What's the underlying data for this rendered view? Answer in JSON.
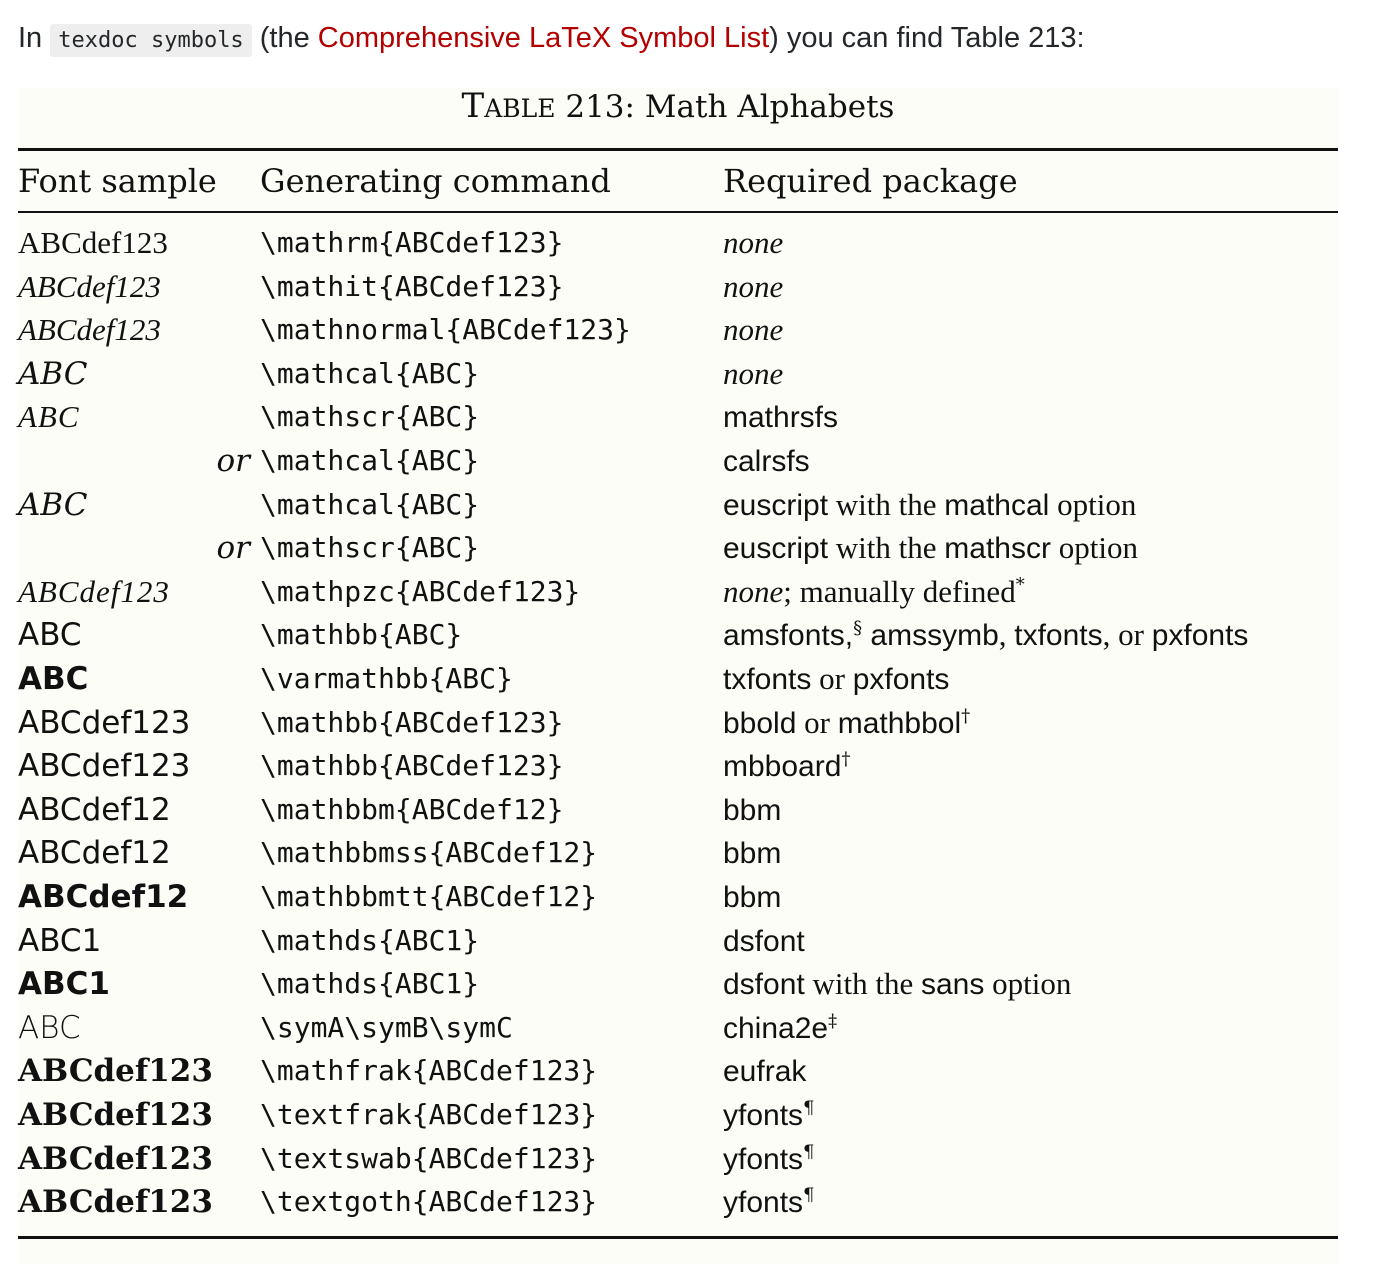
{
  "intro": {
    "prefix": "In",
    "code": "texdoc symbols",
    "paren_open": "(the",
    "link": "Comprehensive LaTeX Symbol List",
    "suffix": ") you can find Table 213:"
  },
  "table": {
    "caption_prefix_cap": "T",
    "caption_prefix_rest": "ABLE",
    "caption_rest": "213: Math Alphabets",
    "headers": [
      "Font sample",
      "Generating command",
      "Required package"
    ],
    "rows": [
      {
        "sample": "ABCdef123",
        "style": "rm",
        "command": "\\mathrm{ABCdef123}",
        "pkg": [
          {
            "t": "none",
            "k": "em"
          }
        ]
      },
      {
        "sample": "ABCdef123",
        "style": "it",
        "command": "\\mathit{ABCdef123}",
        "pkg": [
          {
            "t": "none",
            "k": "em"
          }
        ]
      },
      {
        "sample": "ABCdef123",
        "style": "it",
        "command": "\\mathnormal{ABCdef123}",
        "pkg": [
          {
            "t": "none",
            "k": "em"
          }
        ]
      },
      {
        "sample": "ABC",
        "style": "cal",
        "command": "\\mathcal{ABC}",
        "pkg": [
          {
            "t": "none",
            "k": "em"
          }
        ]
      },
      {
        "sample": "ABC",
        "style": "script",
        "command": "\\mathscr{ABC}",
        "pkg": [
          {
            "t": "mathrsfs",
            "k": "pkg"
          }
        ]
      },
      {
        "sample": "or",
        "style": "or",
        "command": "\\mathcal{ABC}",
        "pkg": [
          {
            "t": "calrsfs",
            "k": "pkg"
          }
        ]
      },
      {
        "sample": "ABC",
        "style": "cal",
        "command": "\\mathcal{ABC}",
        "pkg": [
          {
            "t": "euscript",
            "k": "pkg"
          },
          {
            "t": " with the ",
            "k": "plain"
          },
          {
            "t": "mathcal",
            "k": "pkg"
          },
          {
            "t": " option",
            "k": "plain"
          }
        ]
      },
      {
        "sample": "or",
        "style": "or",
        "command": "\\mathscr{ABC}",
        "pkg": [
          {
            "t": "euscript",
            "k": "pkg"
          },
          {
            "t": " with the ",
            "k": "plain"
          },
          {
            "t": "mathscr",
            "k": "pkg"
          },
          {
            "t": " option",
            "k": "plain"
          }
        ]
      },
      {
        "sample": "ABCdef123",
        "style": "script",
        "command": "\\mathpzc{ABCdef123}",
        "pkg": [
          {
            "t": "none",
            "k": "em"
          },
          {
            "t": "; manually defined",
            "k": "plain"
          },
          {
            "t": "*",
            "k": "sup"
          }
        ]
      },
      {
        "sample": "ABC",
        "style": "bb",
        "command": "\\mathbb{ABC}",
        "pkg": [
          {
            "t": "amsfonts,",
            "k": "pkg"
          },
          {
            "t": "§",
            "k": "sup"
          },
          {
            "t": " amssymb",
            "k": "pkg"
          },
          {
            "t": ", ",
            "k": "plain"
          },
          {
            "t": "txfonts",
            "k": "pkg"
          },
          {
            "t": ", or ",
            "k": "plain"
          },
          {
            "t": "pxfonts",
            "k": "pkg"
          }
        ]
      },
      {
        "sample": "ABC",
        "style": "bbbold",
        "command": "\\varmathbb{ABC}",
        "pkg": [
          {
            "t": "txfonts",
            "k": "pkg"
          },
          {
            "t": " or ",
            "k": "plain"
          },
          {
            "t": "pxfonts",
            "k": "pkg"
          }
        ]
      },
      {
        "sample": "ABCdef123",
        "style": "bb",
        "command": "\\mathbb{ABCdef123}",
        "pkg": [
          {
            "t": "bbold",
            "k": "pkg"
          },
          {
            "t": " or ",
            "k": "plain"
          },
          {
            "t": "mathbbol",
            "k": "pkg"
          },
          {
            "t": "†",
            "k": "sup"
          }
        ]
      },
      {
        "sample": "ABCdef123",
        "style": "bb",
        "command": "\\mathbb{ABCdef123}",
        "pkg": [
          {
            "t": "mbboard",
            "k": "pkg"
          },
          {
            "t": "†",
            "k": "sup"
          }
        ]
      },
      {
        "sample": "ABCdef12",
        "style": "bb",
        "command": "\\mathbbm{ABCdef12}",
        "pkg": [
          {
            "t": "bbm",
            "k": "pkg"
          }
        ]
      },
      {
        "sample": "ABCdef12",
        "style": "bb",
        "command": "\\mathbbmss{ABCdef12}",
        "pkg": [
          {
            "t": "bbm",
            "k": "pkg"
          }
        ]
      },
      {
        "sample": "ABCdef12",
        "style": "bbbold",
        "command": "\\mathbbmtt{ABCdef12}",
        "pkg": [
          {
            "t": "bbm",
            "k": "pkg"
          }
        ]
      },
      {
        "sample": "ABC1",
        "style": "bb",
        "command": "\\mathds{ABC1}",
        "pkg": [
          {
            "t": "dsfont",
            "k": "pkg"
          }
        ]
      },
      {
        "sample": "ABC1",
        "style": "bbbold",
        "command": "\\mathds{ABC1}",
        "pkg": [
          {
            "t": "dsfont",
            "k": "pkg"
          },
          {
            "t": " with the ",
            "k": "plain"
          },
          {
            "t": "sans",
            "k": "pkg"
          },
          {
            "t": " option",
            "k": "plain"
          }
        ]
      },
      {
        "sample": "ABC",
        "style": "sans",
        "command": "\\symA\\symB\\symC",
        "pkg": [
          {
            "t": "china2e",
            "k": "pkg"
          },
          {
            "t": "‡",
            "k": "sup"
          }
        ]
      },
      {
        "sample": "ABCdef123",
        "style": "frak",
        "command": "\\mathfrak{ABCdef123}",
        "pkg": [
          {
            "t": "eufrak",
            "k": "pkg"
          }
        ]
      },
      {
        "sample": "ABCdef123",
        "style": "frak",
        "command": "\\textfrak{ABCdef123}",
        "pkg": [
          {
            "t": "yfonts",
            "k": "pkg"
          },
          {
            "t": "¶",
            "k": "sup"
          }
        ]
      },
      {
        "sample": "ABCdef123",
        "style": "frak",
        "command": "\\textswab{ABCdef123}",
        "pkg": [
          {
            "t": "yfonts",
            "k": "pkg"
          },
          {
            "t": "¶",
            "k": "sup"
          }
        ]
      },
      {
        "sample": "ABCdef123",
        "style": "frak",
        "command": "\\textgoth{ABCdef123}",
        "pkg": [
          {
            "t": "yfonts",
            "k": "pkg"
          },
          {
            "t": "¶",
            "k": "sup"
          }
        ]
      }
    ]
  }
}
